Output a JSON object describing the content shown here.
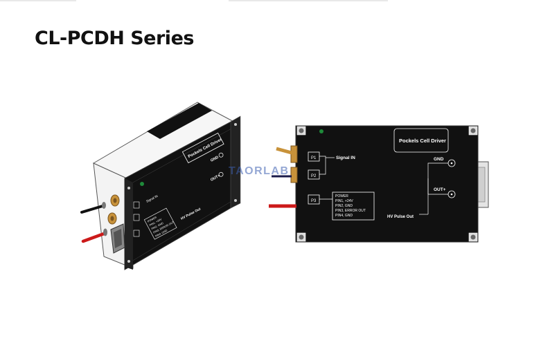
{
  "title": "CL-PCDH Series",
  "watermark": "TAORLAB",
  "colors": {
    "panel": "#111111",
    "housing": "#f0f0f0",
    "red_cable": "#cc1a1a",
    "connector": "#c8923a"
  },
  "front_panel": {
    "box_title": "Pockels Cell Driver",
    "p1": "P1",
    "p2": "P2",
    "p3": "P3",
    "signal_in": "Signal IN",
    "power_lines": [
      "POWER",
      "PIN1,  +24V",
      "PIN2,  GND",
      "PIN3,  ERROR OUT",
      "PIN4,  GND"
    ],
    "gnd": "GND",
    "out_plus": "OUT+",
    "hv_pulse_out": "HV Pulse Out"
  },
  "iso_view": {
    "box_title": "Pockels Cell Driver",
    "signal_in": "Signal IN",
    "gnd": "GND",
    "out_plus": "OUT+",
    "hv_pulse_out": "HV Pulse Out",
    "power_lines": [
      "POWER",
      "PIN1. +24V",
      "PIN2. GND",
      "PIN3. ERROR OUT",
      "PIN4. GND"
    ]
  }
}
